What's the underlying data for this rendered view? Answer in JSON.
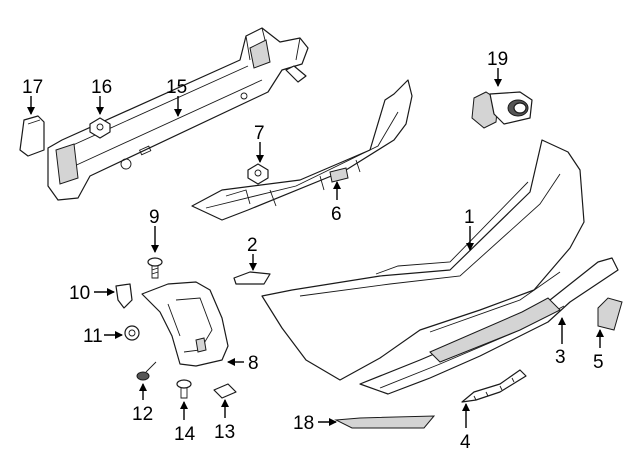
{
  "callouts": {
    "c1": "1",
    "c3": "3",
    "c4": "4",
    "c5": "5",
    "c6": "6",
    "c7": "7",
    "c8": "8",
    "c9": "9",
    "c10": "10",
    "c11": "11",
    "c12": "12",
    "c13": "13",
    "c14": "14",
    "c15": "15",
    "c16": "16",
    "c17": "17",
    "c18": "18",
    "c19": "19",
    "c2": "2"
  },
  "colors": {
    "line": "#1a1a1a",
    "shade": "#d4d4d4",
    "background": "#ffffff"
  }
}
